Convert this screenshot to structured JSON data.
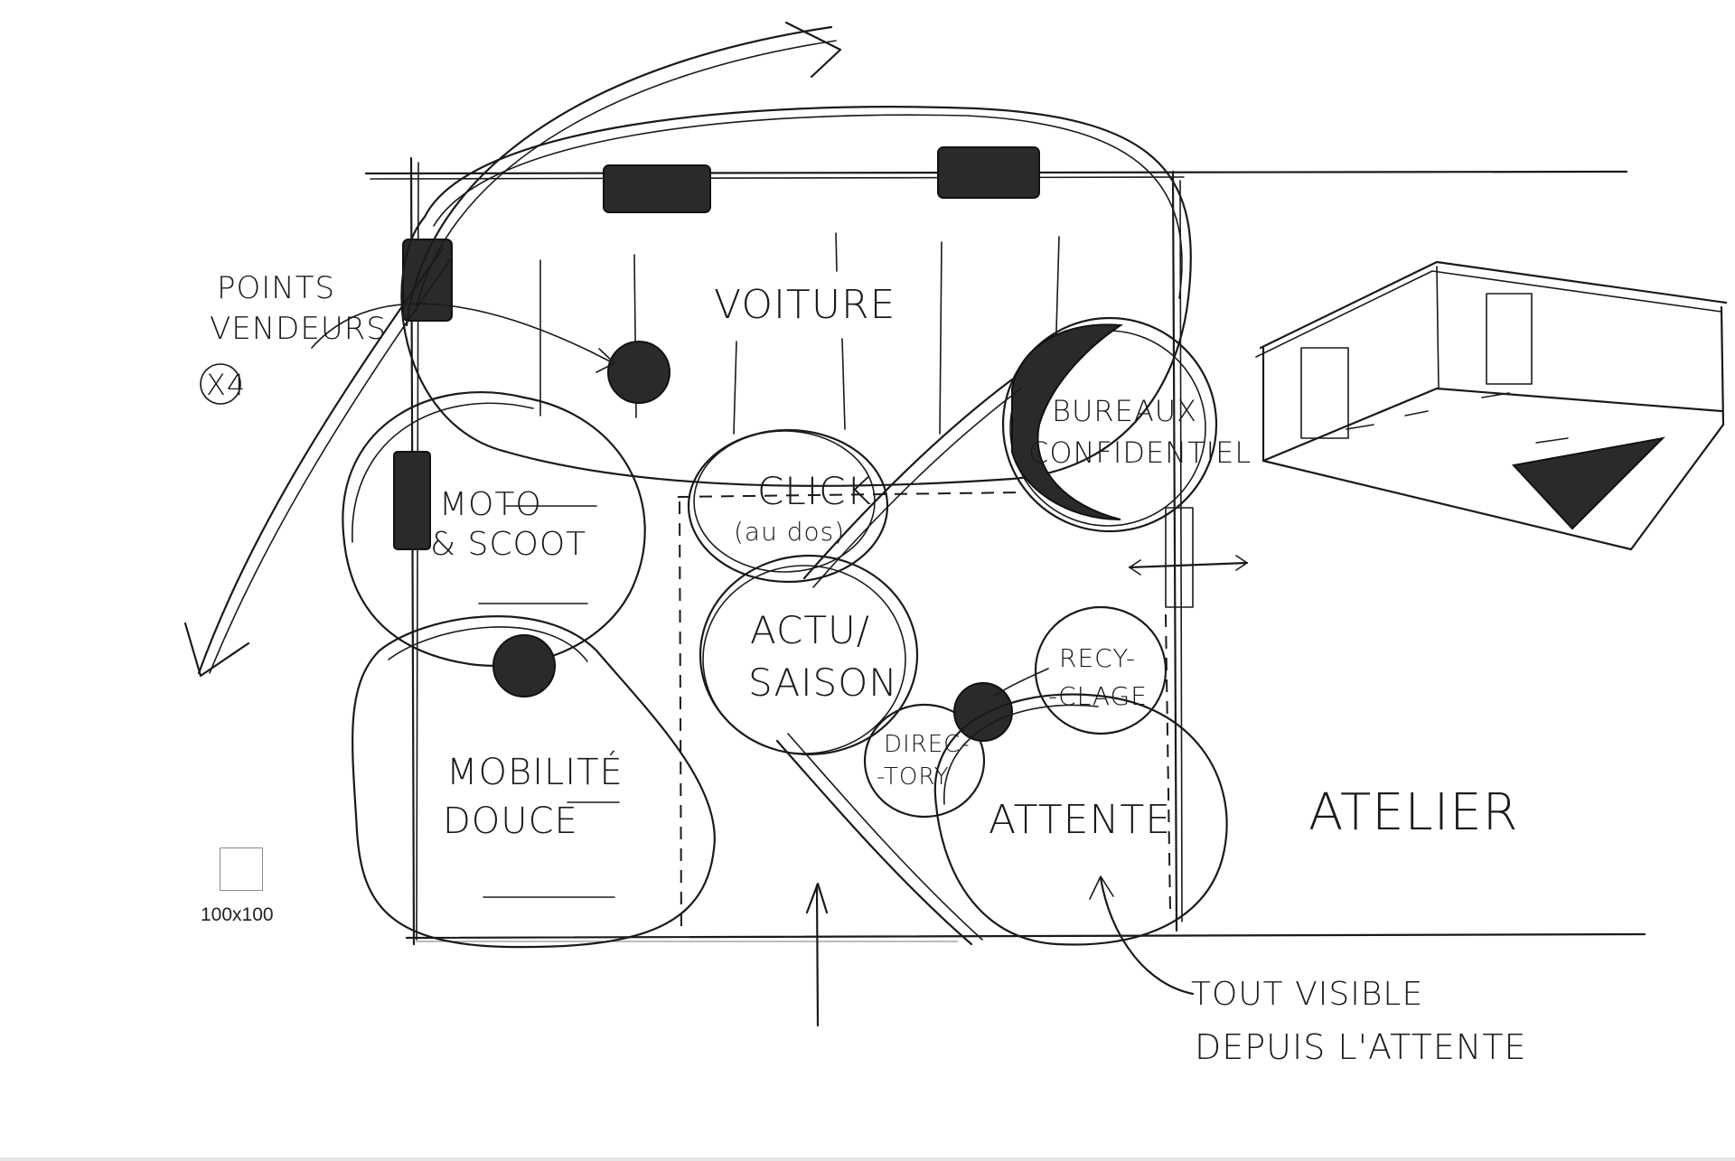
{
  "labels": {
    "points_vendeurs_1": "POINTS",
    "points_vendeurs_2": "VENDEURS",
    "points_vendeurs_3": "X4",
    "voiture": "VOITURE",
    "moto_1": "MOTO",
    "moto_2": "& SCOOT",
    "click_1": "CLICK",
    "click_2": "(au dos)",
    "bureaux_1": "BUREAUX",
    "bureaux_2": "CONFIDENTIEL",
    "actu_1": "ACTU/",
    "actu_2": "SAISON",
    "recyclage_1": "RECY-",
    "recyclage_2": "-CLAGE",
    "directory_1": "DIREC-",
    "directory_2": "-TORY",
    "mobilite_1": "MOBILITÉ",
    "mobilite_2": "DOUCE",
    "attente": "ATTENTE",
    "atelier": "ATELIER",
    "note_1": "TOUT VISIBLE",
    "note_2": "DEPUIS L'ATTENTE"
  },
  "scale": {
    "label": "100x100"
  },
  "colors": {
    "ink": "#1a1a1a",
    "paper": "#ffffff"
  }
}
